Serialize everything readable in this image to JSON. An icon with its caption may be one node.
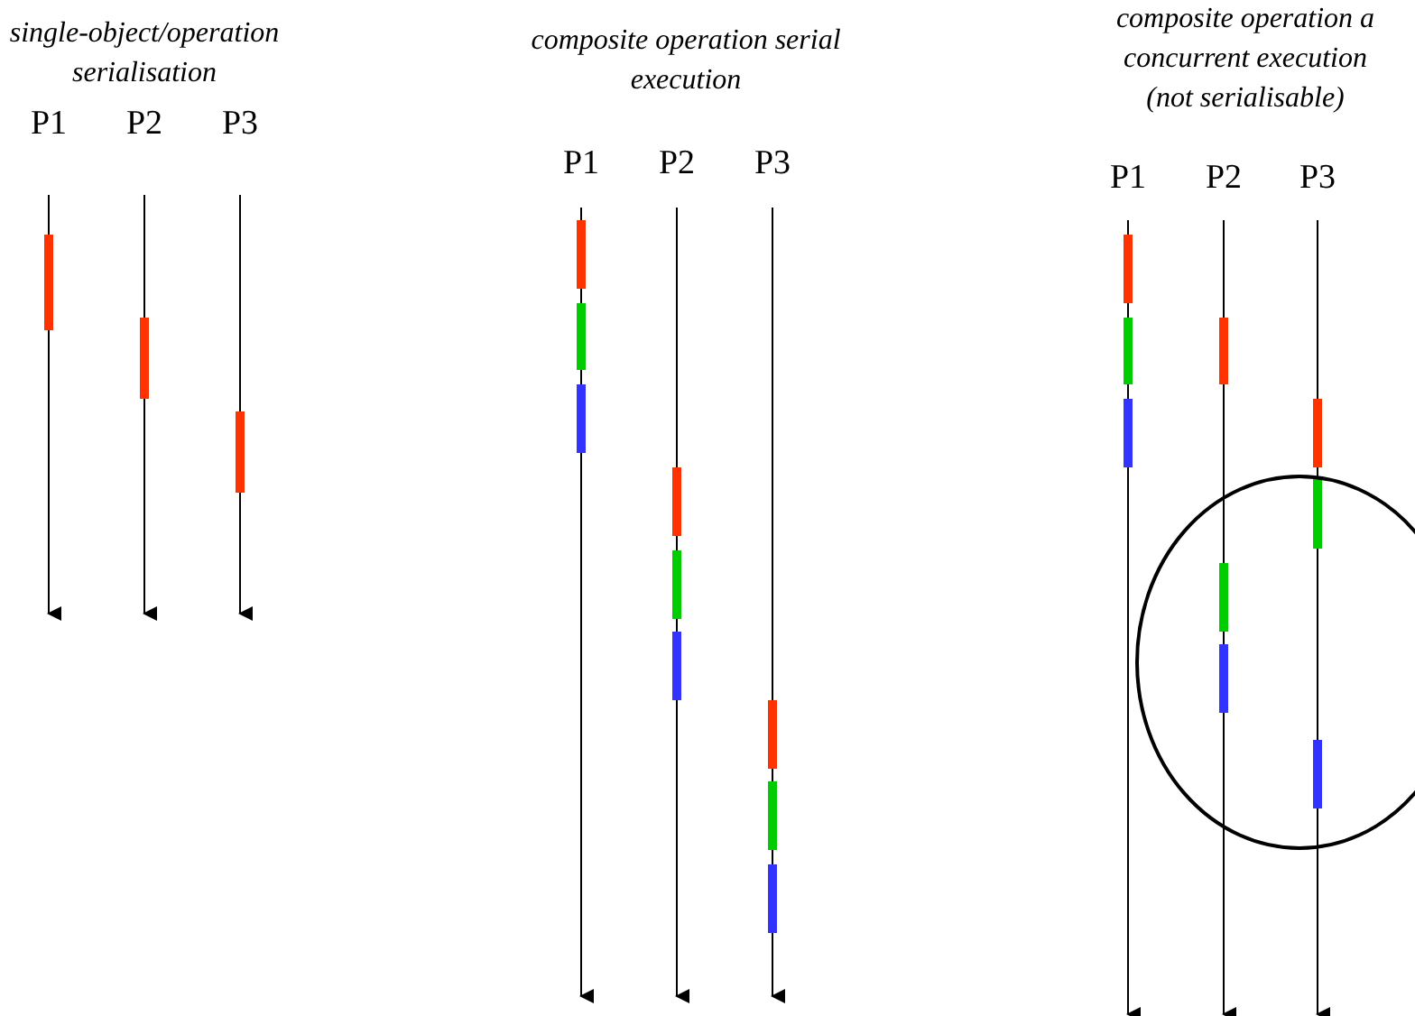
{
  "diagram": {
    "labels": [
      "single-object/operation serialisation",
      "P1",
      "P2",
      "P3",
      "composite operation serial execution",
      "P1",
      "P2",
      "P3",
      "composite operation a concurrent execution (not serialisable)",
      "P1",
      "P2",
      "P3"
    ]
  }
}
